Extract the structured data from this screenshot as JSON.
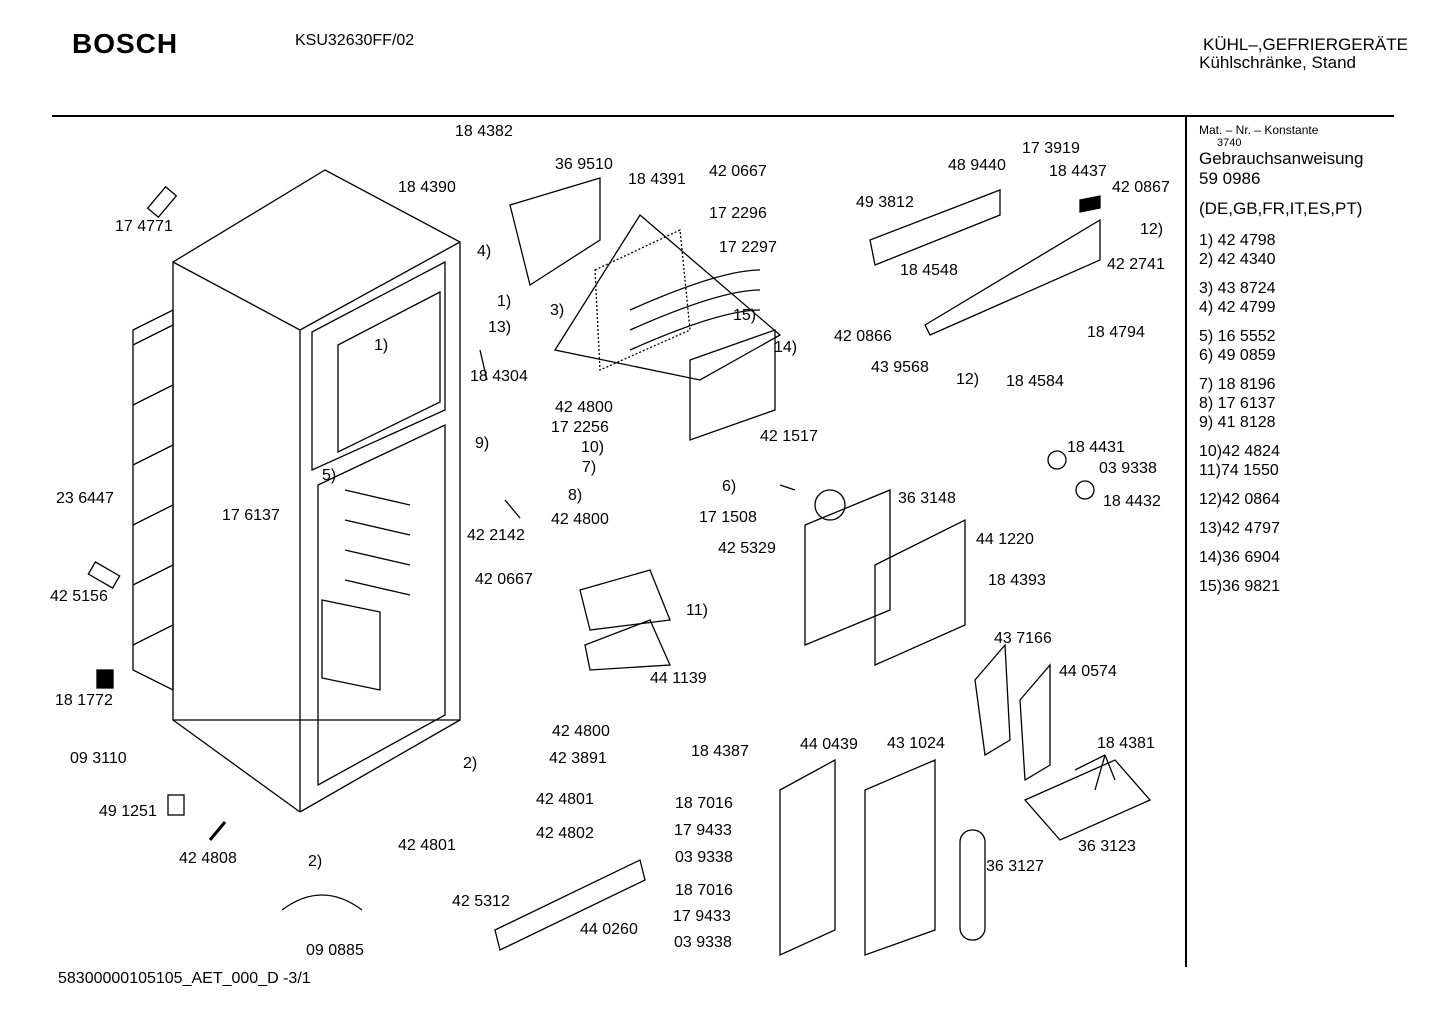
{
  "header": {
    "brand": "BOSCH",
    "model": "KSU32630FF/02",
    "category_line1": "KÜHL–,GEFRIERGERÄTE",
    "category_line2": "Kühlschränke, Stand"
  },
  "sidebar": {
    "mat_label": "Mat. – Nr. – Konstante",
    "mat_number": "3740",
    "manual_label": "Gebrauchsanweisung",
    "manual_number": "59 0986",
    "languages": "(DE,GB,FR,IT,ES,PT)",
    "refs": [
      "1) 42 4798",
      "2) 42 4340",
      "3) 43 8724",
      "4) 42 4799",
      "5) 16 5552",
      "6) 49 0859",
      "7) 18 8196",
      "8) 17 6137",
      "9) 41 8128",
      "10)42 4824",
      "11)74 1550",
      "12)42 0864",
      "13)42 4797",
      "14)36 6904",
      "15)36 9821"
    ]
  },
  "diagram": {
    "labels": [
      "18 4382",
      "36 9510",
      "18 4390",
      "18 4391",
      "42 0667",
      "17 2296",
      "17 2297",
      "17 4771",
      "4)",
      "1)",
      "13)",
      "3)",
      "15)",
      "14)",
      "1)",
      "18 4304",
      "48 9440",
      "17 3919",
      "18 4437",
      "42 0867",
      "49 3812",
      "12)",
      "42 2741",
      "18 4548",
      "42 0866",
      "18 4794",
      "43 9568",
      "12)",
      "18 4584",
      "42 4800",
      "17 2256",
      "9)",
      "10)",
      "7)",
      "8)",
      "42 4800",
      "42 2142",
      "5)",
      "17 6137",
      "23 6447",
      "42 1517",
      "6)",
      "17 1508",
      "42 5329",
      "36 3148",
      "18 4431",
      "03 9338",
      "18 4432",
      "44 1220",
      "18 4393",
      "42 0667",
      "11)",
      "44 1139",
      "42 5156",
      "43 7166",
      "44 0574",
      "18 1772",
      "42 4800",
      "42 3891",
      "18 4387",
      "44 0439",
      "43 1024",
      "18 4381",
      "09 3110",
      "2)",
      "42 4801",
      "49 1251",
      "42 4802",
      "18 7016",
      "17 9433",
      "03 9338",
      "36 3123",
      "42 4808",
      "2)",
      "42 4801",
      "36 3127",
      "42 5312",
      "18 7016",
      "17 9433",
      "44 0260",
      "03 9338",
      "09 0885"
    ]
  },
  "footer": {
    "doc_id": "58300000105105_AET_000_D -3/1"
  }
}
